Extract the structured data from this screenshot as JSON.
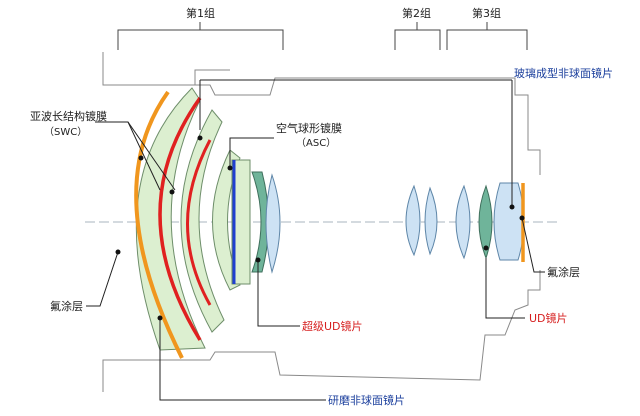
{
  "groups": {
    "group1": "第1组",
    "group2": "第2组",
    "group3": "第3组"
  },
  "labels": {
    "swc_name": "亚波长结构镀膜",
    "swc_abbr": "（SWC）",
    "asc_name": "空气球形镀膜",
    "asc_abbr": "（ASC）",
    "fluorine_left": "氟涂层",
    "fluorine_right": "氟涂层",
    "super_ud": "超级UD镜片",
    "ground_aspherical": "研磨非球面镜片",
    "glass_molded_aspherical": "玻璃成型非球面镜片",
    "ud_lens": "UD镜片"
  },
  "colors": {
    "fluorine_coating": "#f0961e",
    "swc_coating": "#e02020",
    "asc_coating": "#1f3fd0",
    "lens_green": "#dcefd0",
    "lens_blue": "#cde2f4",
    "ud_lens": "#6fb49a",
    "label_blue": "#1a3e9c",
    "label_red": "#d61f1f"
  }
}
